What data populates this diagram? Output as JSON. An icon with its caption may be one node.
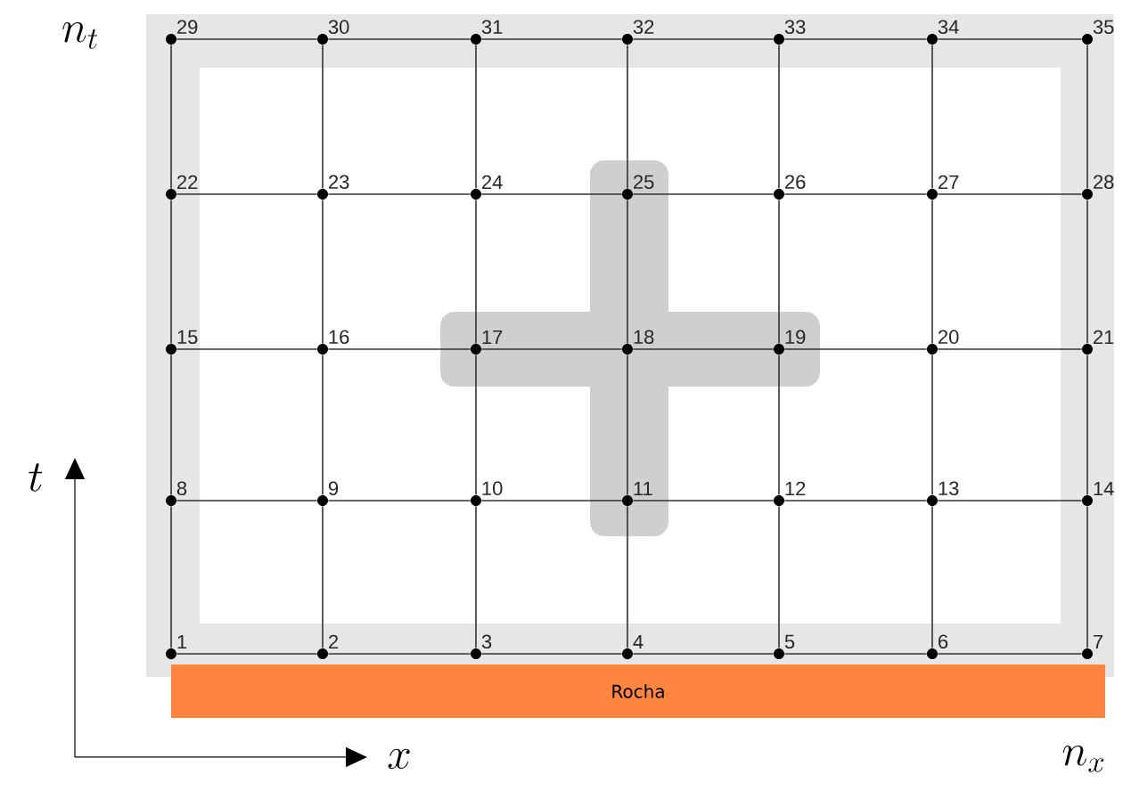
{
  "diagram": {
    "nodes": [
      {
        "text": [
          "1"
        ]
      },
      {
        "text": [
          "2"
        ]
      },
      {
        "text": [
          "3"
        ]
      },
      {
        "text": [
          "4"
        ]
      },
      {
        "text": [
          "5"
        ]
      },
      {
        "text": [
          "6"
        ]
      },
      {
        "text": [
          "7"
        ]
      },
      {
        "text": [
          "8"
        ]
      },
      {
        "text": [
          "9"
        ]
      },
      {
        "text": [
          "10"
        ]
      },
      {
        "text": [
          "11"
        ]
      },
      {
        "text": [
          "12"
        ]
      },
      {
        "text": [
          "13"
        ]
      },
      {
        "text": [
          "14"
        ]
      },
      {
        "text": [
          "15"
        ]
      },
      {
        "text": [
          "16"
        ]
      },
      {
        "text": [
          "17"
        ]
      },
      {
        "text": [
          "18"
        ]
      },
      {
        "text": [
          "19"
        ]
      },
      {
        "text": [
          "20"
        ]
      },
      {
        "text": [
          "21"
        ]
      },
      {
        "text": [
          "22"
        ]
      },
      {
        "text": [
          "23"
        ]
      },
      {
        "text": [
          "24"
        ]
      },
      {
        "text": [
          "25"
        ]
      },
      {
        "text": [
          "26"
        ]
      },
      {
        "text": [
          "27"
        ]
      },
      {
        "text": [
          "28"
        ]
      },
      {
        "text": [
          "29"
        ]
      },
      {
        "text": [
          "30"
        ]
      },
      {
        "text": [
          "31"
        ]
      },
      {
        "text": [
          "32"
        ]
      },
      {
        "text": [
          "33"
        ]
      },
      {
        "text": [
          "34"
        ]
      },
      {
        "text": [
          "35"
        ]
      },
      {
        "text": [
          "Rocha"
        ]
      }
    ],
    "edges": [
      {
        "from": 0,
        "to": 1,
        "arrow": "none"
      },
      {
        "from": 1,
        "to": 2,
        "arrow": "none"
      },
      {
        "from": 2,
        "to": 3,
        "arrow": "none"
      },
      {
        "from": 3,
        "to": 4,
        "arrow": "none"
      },
      {
        "from": 4,
        "to": 5,
        "arrow": "none"
      },
      {
        "from": 5,
        "to": 6,
        "arrow": "none"
      },
      {
        "from": 7,
        "to": 8,
        "arrow": "none"
      },
      {
        "from": 8,
        "to": 9,
        "arrow": "none"
      },
      {
        "from": 9,
        "to": 10,
        "arrow": "none"
      },
      {
        "from": 10,
        "to": 11,
        "arrow": "none"
      },
      {
        "from": 11,
        "to": 12,
        "arrow": "none"
      },
      {
        "from": 12,
        "to": 13,
        "arrow": "none"
      },
      {
        "from": 14,
        "to": 15,
        "arrow": "none"
      },
      {
        "from": 15,
        "to": 16,
        "arrow": "none"
      },
      {
        "from": 16,
        "to": 17,
        "arrow": "none"
      },
      {
        "from": 17,
        "to": 18,
        "arrow": "none"
      },
      {
        "from": 18,
        "to": 19,
        "arrow": "none"
      },
      {
        "from": 19,
        "to": 20,
        "arrow": "none"
      },
      {
        "from": 21,
        "to": 22,
        "arrow": "none"
      },
      {
        "from": 22,
        "to": 23,
        "arrow": "none"
      },
      {
        "from": 23,
        "to": 24,
        "arrow": "none"
      },
      {
        "from": 24,
        "to": 25,
        "arrow": "none"
      },
      {
        "from": 25,
        "to": 26,
        "arrow": "none"
      },
      {
        "from": 26,
        "to": 27,
        "arrow": "none"
      },
      {
        "from": 28,
        "to": 29,
        "arrow": "none"
      },
      {
        "from": 29,
        "to": 30,
        "arrow": "none"
      },
      {
        "from": 30,
        "to": 31,
        "arrow": "none"
      },
      {
        "from": 31,
        "to": 32,
        "arrow": "none"
      },
      {
        "from": 32,
        "to": 33,
        "arrow": "none"
      },
      {
        "from": 33,
        "to": 34,
        "arrow": "none"
      },
      {
        "from": 0,
        "to": 7,
        "arrow": "none"
      },
      {
        "from": 1,
        "to": 8,
        "arrow": "none"
      },
      {
        "from": 2,
        "to": 9,
        "arrow": "none"
      },
      {
        "from": 3,
        "to": 10,
        "arrow": "none"
      },
      {
        "from": 4,
        "to": 11,
        "arrow": "none"
      },
      {
        "from": 5,
        "to": 12,
        "arrow": "none"
      },
      {
        "from": 6,
        "to": 13,
        "arrow": "none"
      },
      {
        "from": 7,
        "to": 14,
        "arrow": "none"
      },
      {
        "from": 8,
        "to": 15,
        "arrow": "none"
      },
      {
        "from": 9,
        "to": 16,
        "arrow": "none"
      },
      {
        "from": 10,
        "to": 17,
        "arrow": "none"
      },
      {
        "from": 11,
        "to": 18,
        "arrow": "none"
      },
      {
        "from": 12,
        "to": 19,
        "arrow": "none"
      },
      {
        "from": 13,
        "to": 20,
        "arrow": "none"
      },
      {
        "from": 14,
        "to": 21,
        "arrow": "none"
      },
      {
        "from": 15,
        "to": 22,
        "arrow": "none"
      },
      {
        "from": 16,
        "to": 23,
        "arrow": "none"
      },
      {
        "from": 17,
        "to": 24,
        "arrow": "none"
      },
      {
        "from": 18,
        "to": 25,
        "arrow": "none"
      },
      {
        "from": 19,
        "to": 26,
        "arrow": "none"
      },
      {
        "from": 20,
        "to": 27,
        "arrow": "none"
      },
      {
        "from": 21,
        "to": 28,
        "arrow": "none"
      },
      {
        "from": 22,
        "to": 29,
        "arrow": "none"
      },
      {
        "from": 23,
        "to": 30,
        "arrow": "none"
      },
      {
        "from": 24,
        "to": 31,
        "arrow": "none"
      },
      {
        "from": 25,
        "to": 32,
        "arrow": "none"
      },
      {
        "from": 26,
        "to": 33,
        "arrow": "none"
      },
      {
        "from": 27,
        "to": 34,
        "arrow": "none"
      }
    ],
    "labels": [
      "n_t",
      "t",
      "x",
      "n_x"
    ]
  }
}
